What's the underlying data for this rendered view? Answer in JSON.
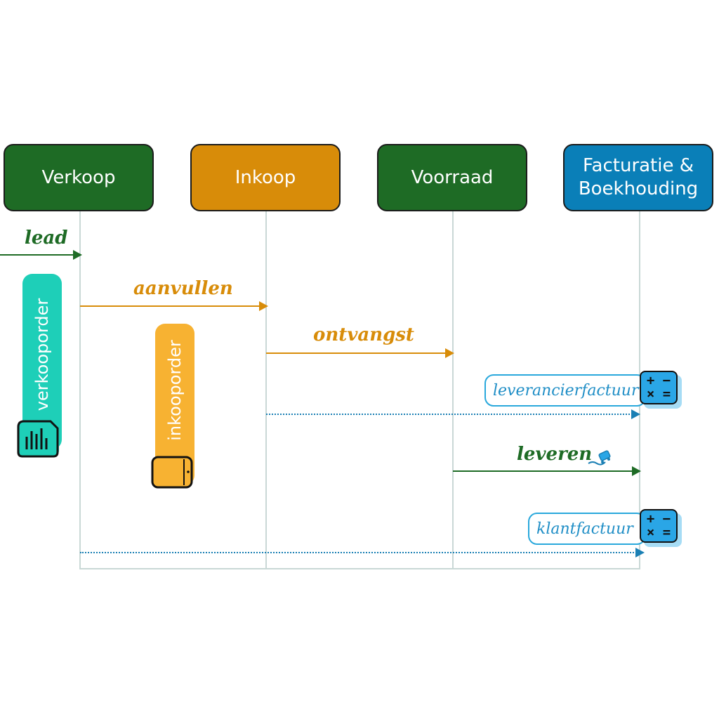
{
  "lanes": {
    "verkoop": "Verkoop",
    "inkoop": "Inkoop",
    "voorraad": "Voorraad",
    "facturatie": "Facturatie &\nBoekhouding"
  },
  "messages": {
    "lead": "lead",
    "aanvullen": "aanvullen",
    "ontvangst": "ontvangst",
    "leverancierfactuur": "leverancierfactuur",
    "leveren": "leveren",
    "klantfactuur": "klantfactuur"
  },
  "activations": {
    "verkooporder": "verkooporder",
    "inkooporder": "inkooporder"
  },
  "calculator": {
    "row1": "+ −",
    "row2": "× ="
  },
  "icons": [
    "document-chart-icon",
    "tablet-icon",
    "calculator-icon",
    "truck-icon"
  ],
  "colors": {
    "green": "#1e6b25",
    "orange": "#d88c09",
    "blue": "#0a7fb8",
    "teal": "#1ecfb8",
    "light_orange": "#f7b232",
    "lifeline": "#c9d8d6"
  }
}
